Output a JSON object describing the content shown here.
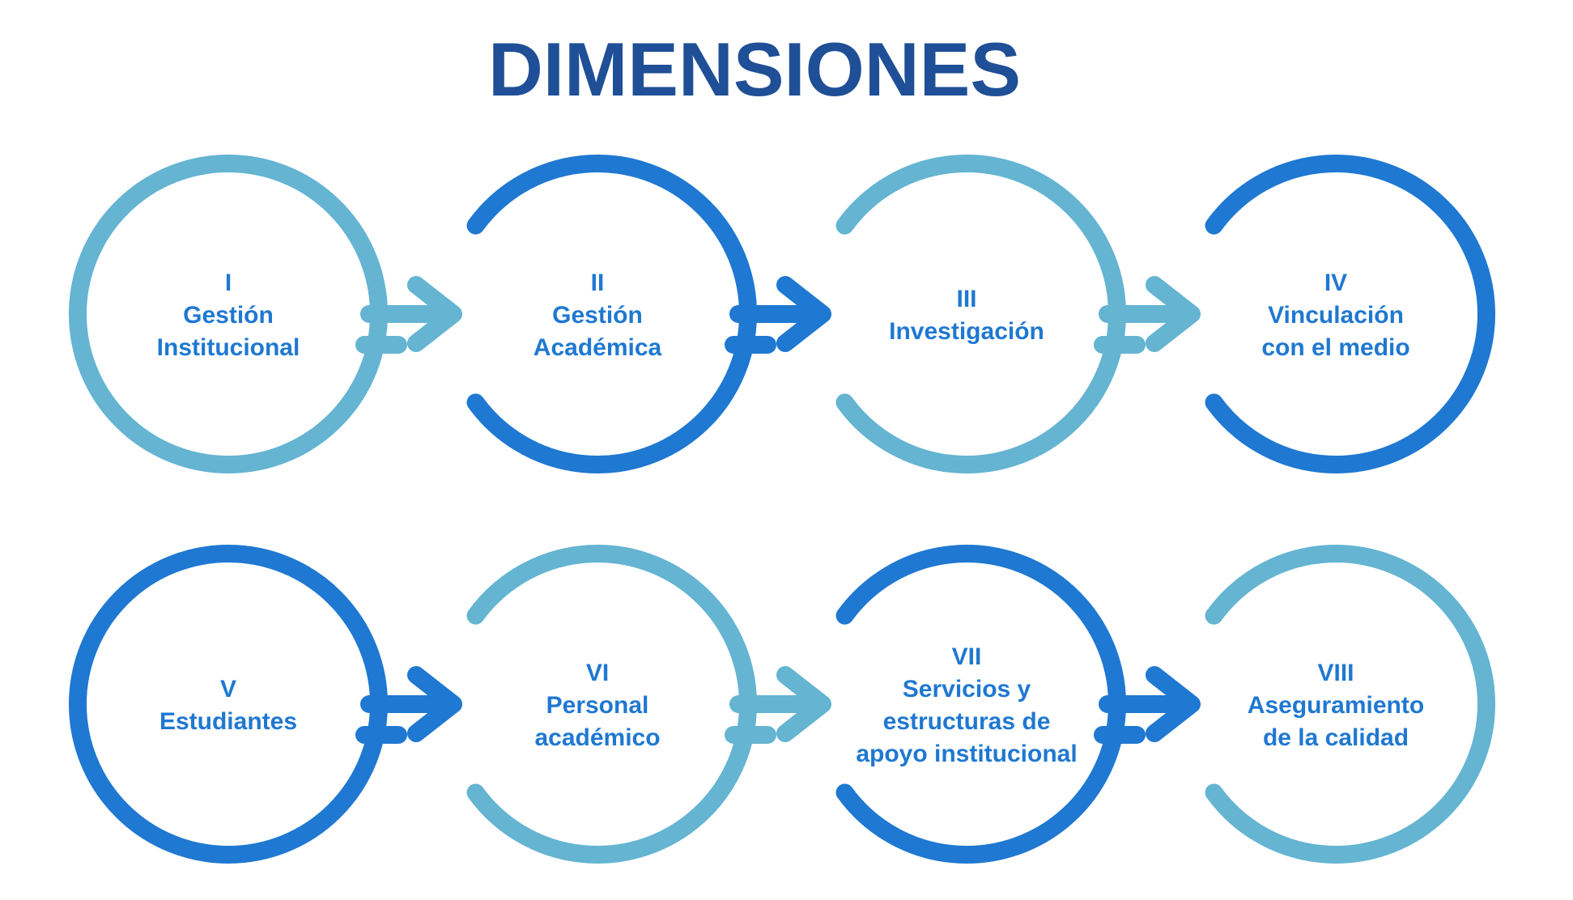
{
  "title": "DIMENSIONES",
  "colors": {
    "title": "#1f4f96",
    "dark_blue": "#1f78d1",
    "light_blue": "#64b4d2",
    "background": "#ffffff"
  },
  "nodes": [
    {
      "id": 1,
      "color": "light_blue",
      "lines": [
        "I",
        "Gestión",
        "Institucional"
      ]
    },
    {
      "id": 2,
      "color": "dark_blue",
      "lines": [
        "II",
        "Gestión",
        "Académica"
      ]
    },
    {
      "id": 3,
      "color": "light_blue",
      "lines": [
        "III",
        "Investigación"
      ]
    },
    {
      "id": 4,
      "color": "dark_blue",
      "lines": [
        "IV",
        "Vinculación",
        "con el medio"
      ]
    },
    {
      "id": 5,
      "color": "dark_blue",
      "lines": [
        "V",
        "Estudiantes"
      ]
    },
    {
      "id": 6,
      "color": "light_blue",
      "lines": [
        "VI",
        "Personal",
        "académico"
      ]
    },
    {
      "id": 7,
      "color": "dark_blue",
      "lines": [
        "VII",
        "Servicios y",
        "estructuras de",
        "apoyo institucional"
      ]
    },
    {
      "id": 8,
      "color": "light_blue",
      "lines": [
        "VIII",
        "Aseguramiento",
        "de la calidad"
      ]
    }
  ],
  "edges": [
    {
      "from": 1,
      "to": 2
    },
    {
      "from": 2,
      "to": 3
    },
    {
      "from": 3,
      "to": 4
    },
    {
      "from": 5,
      "to": 6
    },
    {
      "from": 6,
      "to": 7
    },
    {
      "from": 7,
      "to": 8
    }
  ]
}
